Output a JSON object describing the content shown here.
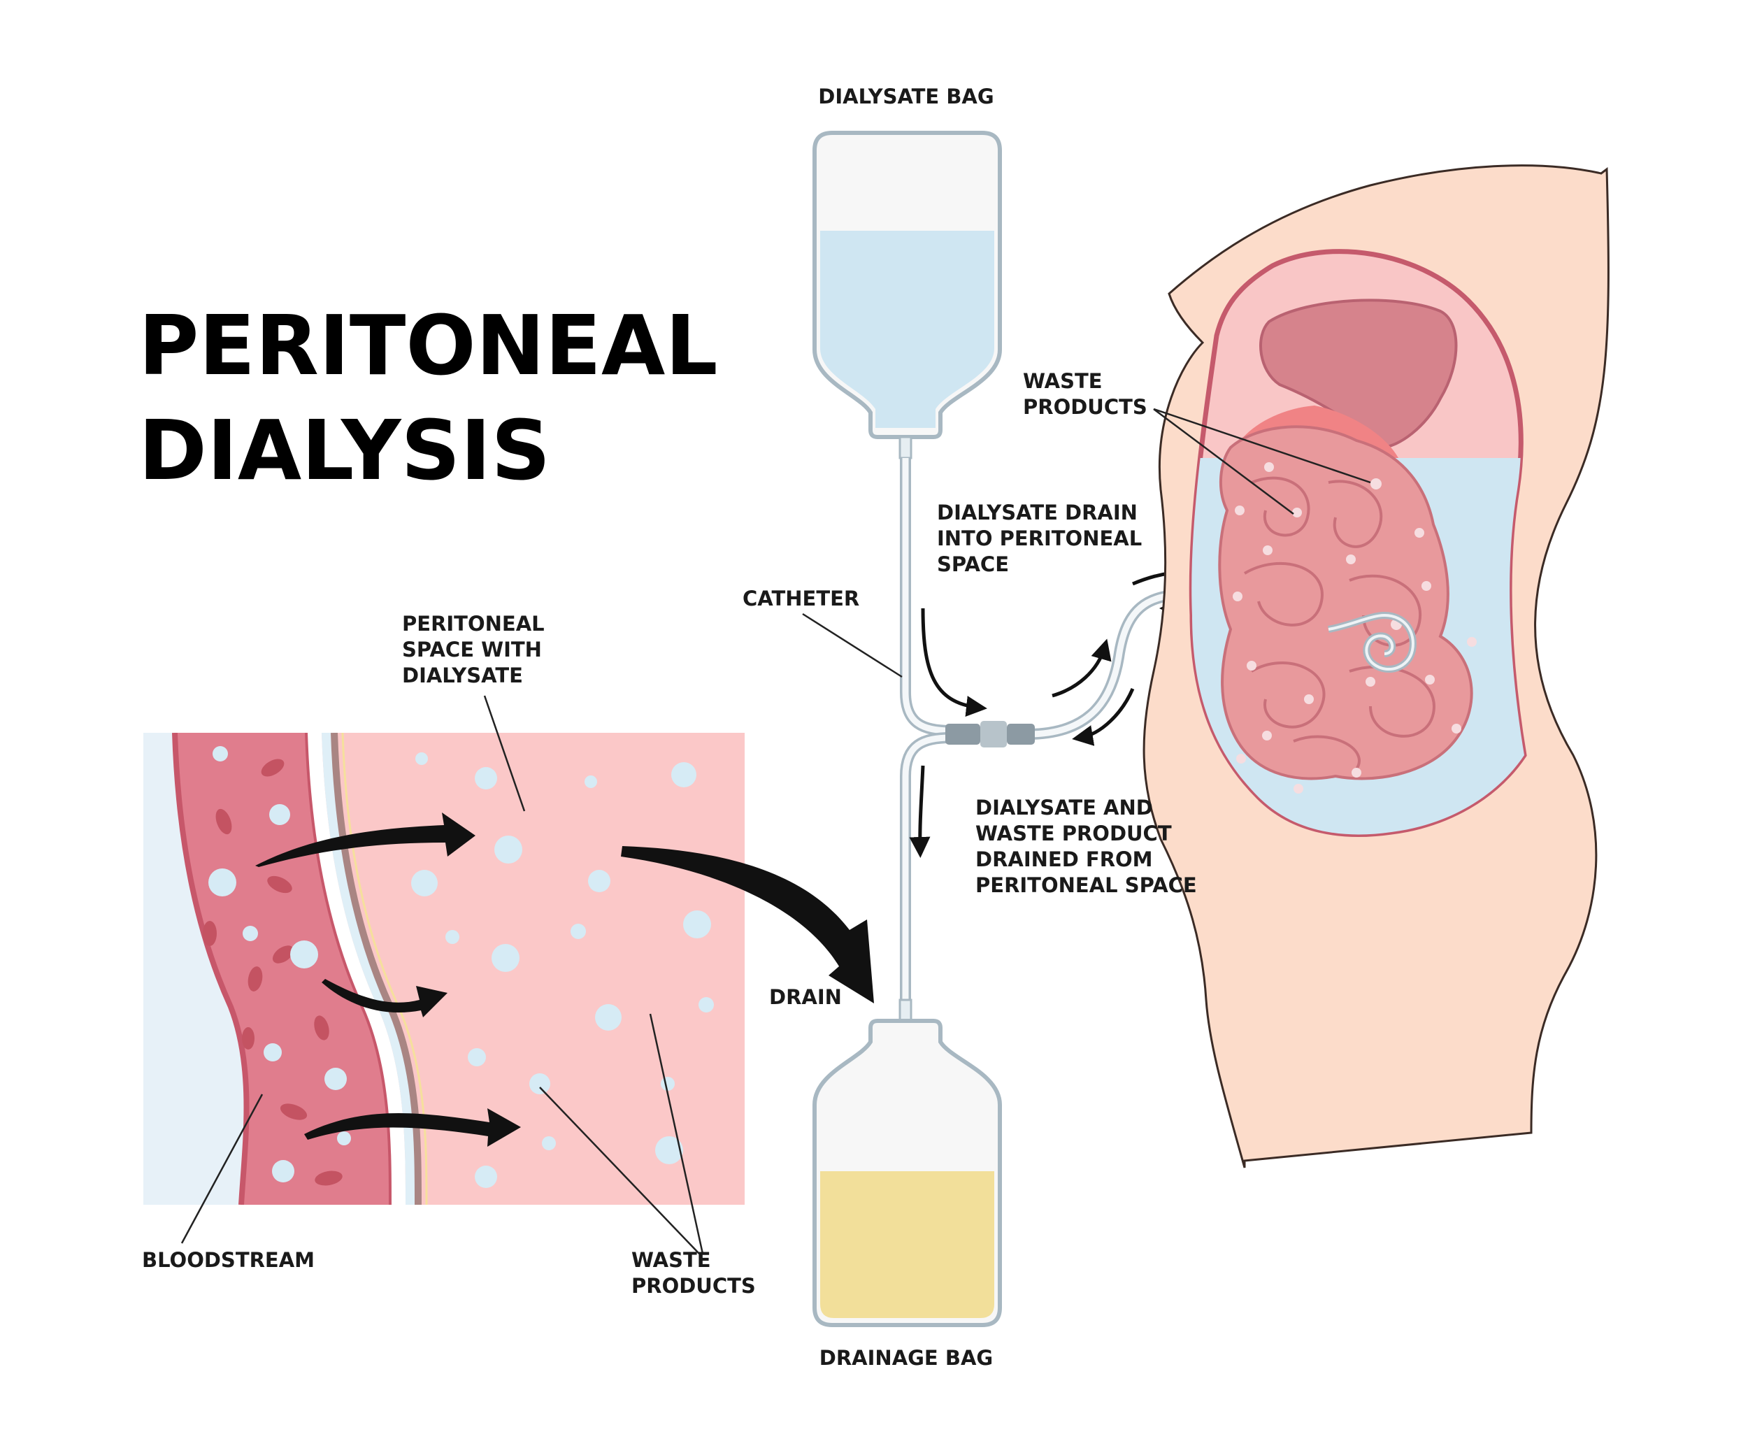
{
  "title": {
    "line1": "PERITONEAL",
    "line2": "DIALYSIS"
  },
  "labels": {
    "dialysate_bag": "DIALYSATE BAG",
    "drainage_bag": "DRAINAGE BAG",
    "catheter": "CATHETER",
    "drain": "DRAIN",
    "bloodstream": "BLOODSTREAM",
    "waste_products_body": [
      "WASTE",
      "PRODUCTS"
    ],
    "waste_products_inset": [
      "WASTE",
      "PRODUCTS"
    ],
    "peritoneal_space": [
      "PERITONEAL",
      "SPACE WITH",
      "DIALYSATE"
    ],
    "dialysate_drain_in": [
      "DIALYSATE DRAIN",
      "INTO PERITONEAL",
      "SPACE"
    ],
    "dialysate_drained_out": [
      "DIALYSATE AND",
      "WASTE PRODUCT",
      "DRAINED FROM",
      "PERITONEAL SPACE"
    ]
  },
  "colors": {
    "dialysate": "#cfe6f2",
    "drainage": "#f2df9a",
    "skin": "#fcdcca",
    "peritoneum": "#f9c6c6",
    "intestine": "#e8999c",
    "liver": "#d6838c",
    "vessel": "#e07d8d",
    "blood_cell": "#c45362",
    "bag_outline": "#a8b8c2",
    "arrow": "#111111"
  }
}
